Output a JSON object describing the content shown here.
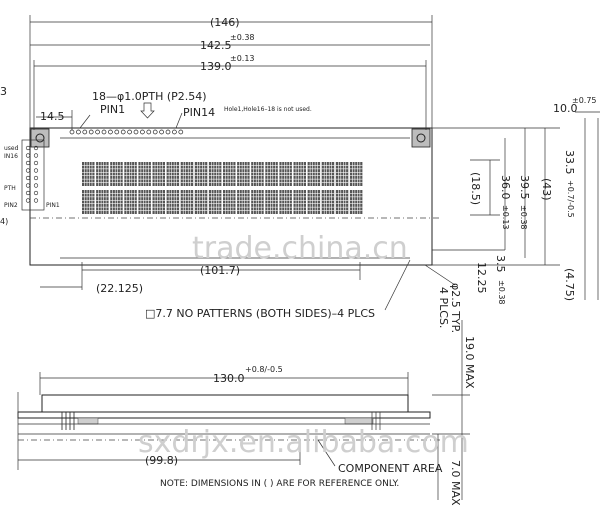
{
  "dimensions": {
    "overall_width": "(146)",
    "pcb_width": "142.5",
    "pcb_width_tol": "±0.38",
    "hole_pitch": "139.0",
    "hole_pitch_tol": "±0.13",
    "pin_offset": "14.5",
    "left_cut": "3",
    "view_area_left": "(22.125)",
    "view_area_width": "(101.7)",
    "char_height": "(18.5)",
    "height_36": "36.0",
    "height_36_tol": "±0.13",
    "height_39": "39.5",
    "height_39_tol": "±0.38",
    "height_43": "(43)",
    "offset_35": "3.5",
    "offset_35_tol": "±0.38",
    "offset_1225": "12.25",
    "hole_dia": "φ2.5 TYP.",
    "hole_count": "4 PLCS.",
    "side_thickness": "10.0",
    "side_thickness_tol": "±0.75",
    "side_height": "33.5",
    "side_height_tol": "+0.7/-0.5",
    "side_ref": "(4.75)",
    "bottom_width": "130.0",
    "bottom_width_tol": "+0.8/-0.5",
    "bottom_ref": "(99.8)",
    "max_height": "19.0 MAX",
    "max_7": "7.0 MAX"
  },
  "labels": {
    "pin_header": "18—φ1.0PTH  (P2.54)",
    "pin1": "PIN1",
    "pin14": "PIN14",
    "hole_note": "Hole1,Hole16–18 is not used.",
    "left_used": "used",
    "left_pin16": "IN16",
    "left_pth": "PTH",
    "left_pin2": "PIN2",
    "left_pin1": "PIN1",
    "left_four": "4)",
    "no_patterns": "□7.7 NO PATTERNS (BOTH SIDES)–4 PLCS",
    "component_area": "COMPONENT AREA",
    "note": "NOTE: DIMENSIONS IN ( ) ARE FOR REFERENCE ONLY."
  },
  "watermarks": {
    "top": "trade.china.cn",
    "bottom": "sxdrjx.en.alibaba.com"
  },
  "display": {
    "rows": 2,
    "columns": 20
  }
}
